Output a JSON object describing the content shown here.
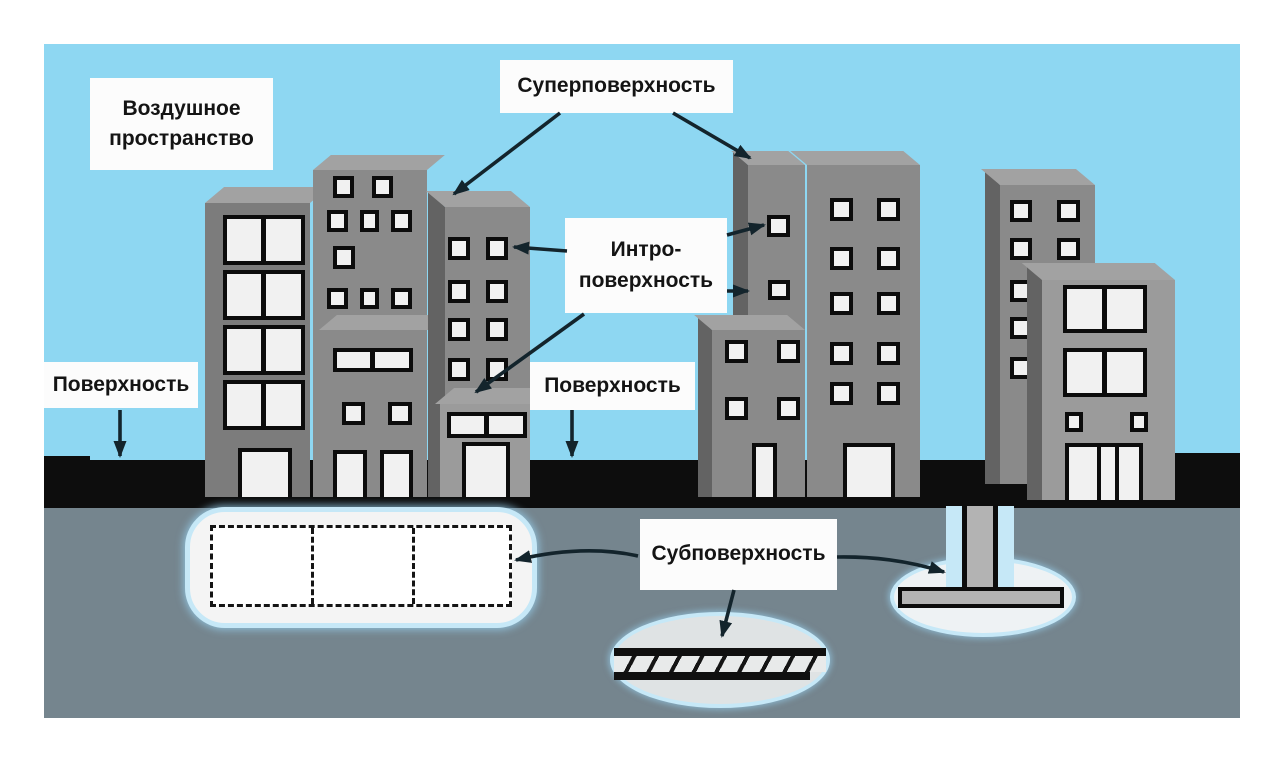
{
  "labels": {
    "airspace": "Воздушное пространство",
    "supersurface": "Суперповерхность",
    "introsurface": "Интро-поверхность",
    "surface_left": "Поверхность",
    "surface_mid": "Поверхность",
    "subsurface": "Субповерхность"
  },
  "colors": {
    "sky": "#8ed7f2",
    "subsurface_ground": "#75858e",
    "surface_strip": "#0d0d0d",
    "building_front": "#8a8a8a",
    "building_front_dark": "#7c7c7c",
    "building_front_light": "#9b9b9b",
    "building_roof": "#a2a2a2",
    "building_side": "#636363",
    "window": "#f1f1f1",
    "outline": "#0c0c0c",
    "label_bg": "#fcfcfc",
    "label_text": "#141414",
    "arrow": "#13242c",
    "glow": "#c6e8f7",
    "blob_fill": "#f4f4f4",
    "ellipse_fill": "#dfe3e4",
    "concrete": "#b3b3b3"
  }
}
